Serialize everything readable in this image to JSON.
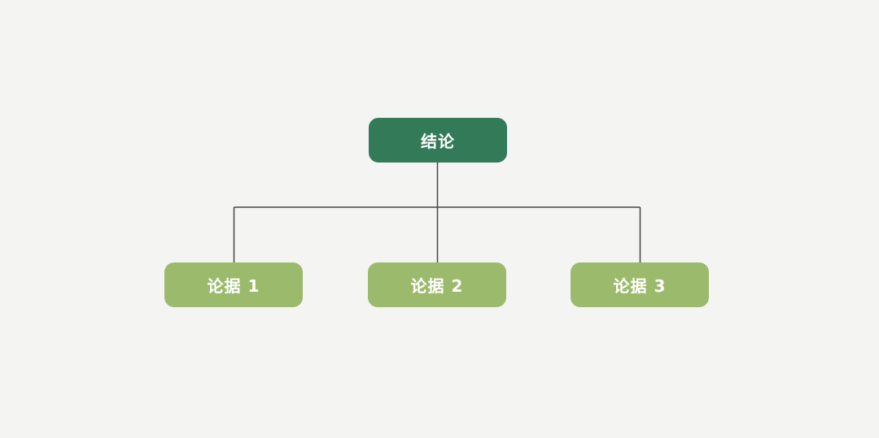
{
  "diagram": {
    "root": {
      "label": "结论"
    },
    "children": [
      {
        "label": "论据 1"
      },
      {
        "label": "论据 2"
      },
      {
        "label": "论据 3"
      }
    ],
    "colors": {
      "background": "#F4F4F3",
      "root_bg": "#337A58",
      "child_bg": "#9BBA6B",
      "text": "#FFFFFF",
      "line": "#444444"
    }
  }
}
